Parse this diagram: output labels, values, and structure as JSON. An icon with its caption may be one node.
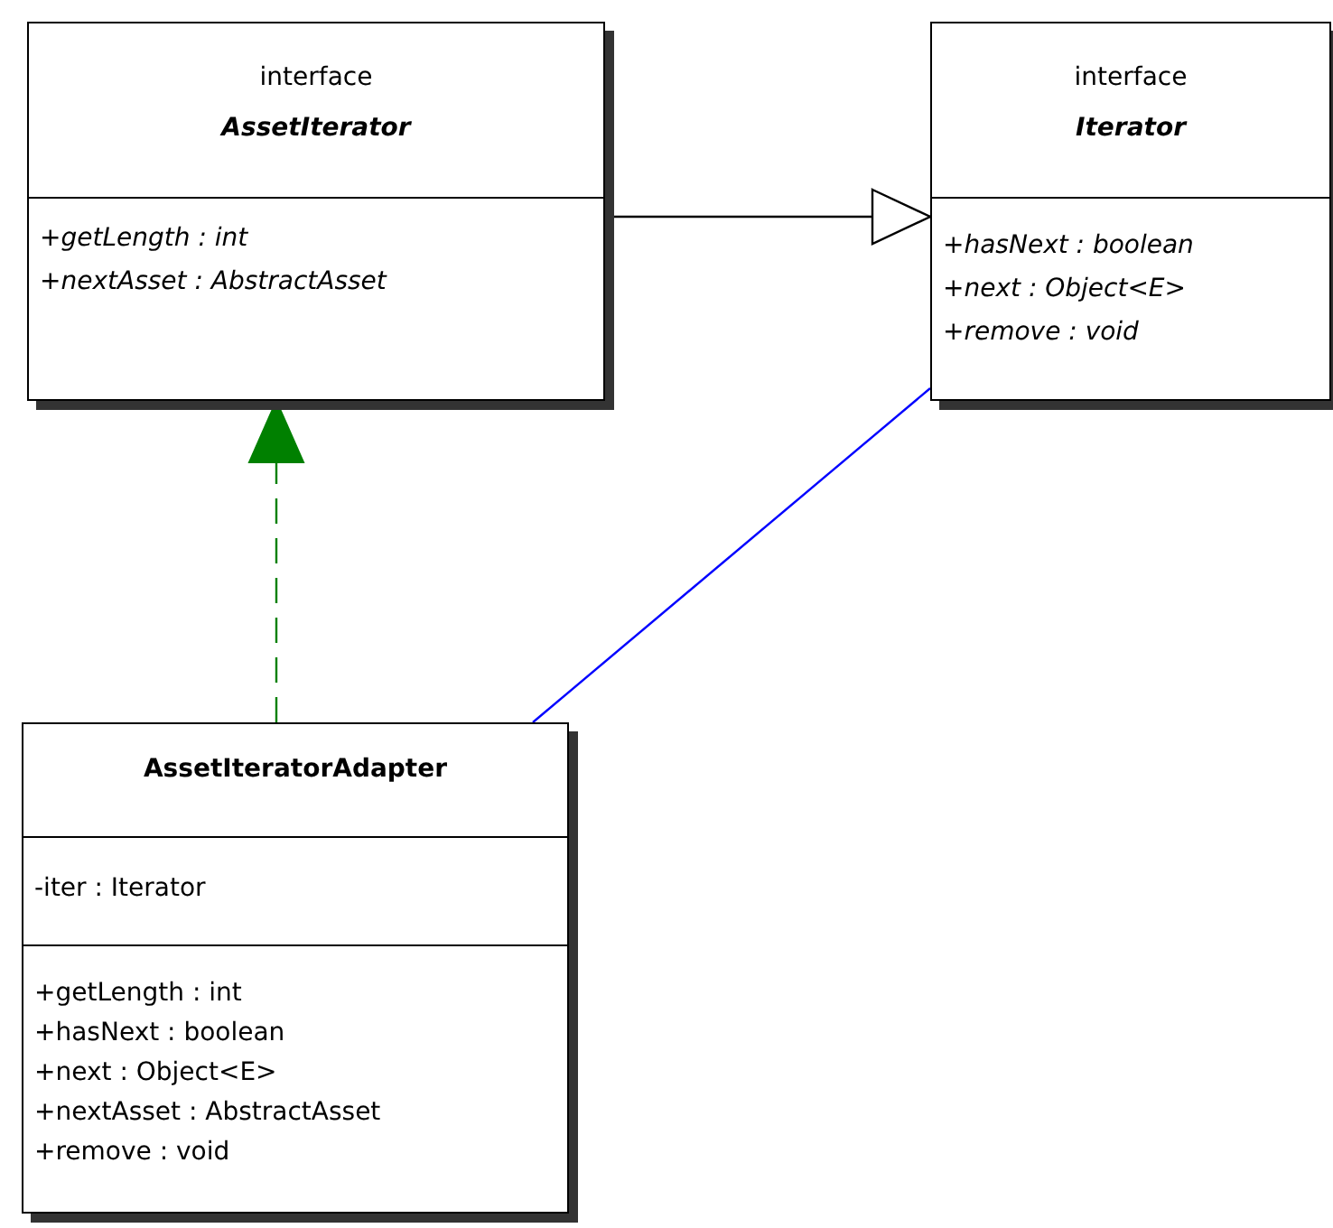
{
  "diagram": {
    "nodes": [
      {
        "text": [
          "interface",
          "AssetIterator",
          "+getLength : int",
          "+nextAsset : AbstractAsset"
        ]
      },
      {
        "text": [
          "interface",
          "Iterator",
          "+hasNext : boolean",
          "+next : Object<E>",
          "+remove : void"
        ]
      },
      {
        "text": [
          "AssetIteratorAdapter",
          "-iter : Iterator",
          "+getLength : int",
          "+hasNext : boolean",
          "+next : Object<E>",
          "+nextAsset : AbstractAsset",
          "+remove : void"
        ]
      }
    ],
    "edges": [
      {
        "from": 0,
        "to": 1,
        "arrow": "to"
      },
      {
        "from": 2,
        "to": 0,
        "arrow": "to",
        "style": "dashed",
        "color": "#008000"
      },
      {
        "from": 2,
        "to": 1,
        "arrow": "none",
        "color": "#0000ff"
      }
    ]
  }
}
